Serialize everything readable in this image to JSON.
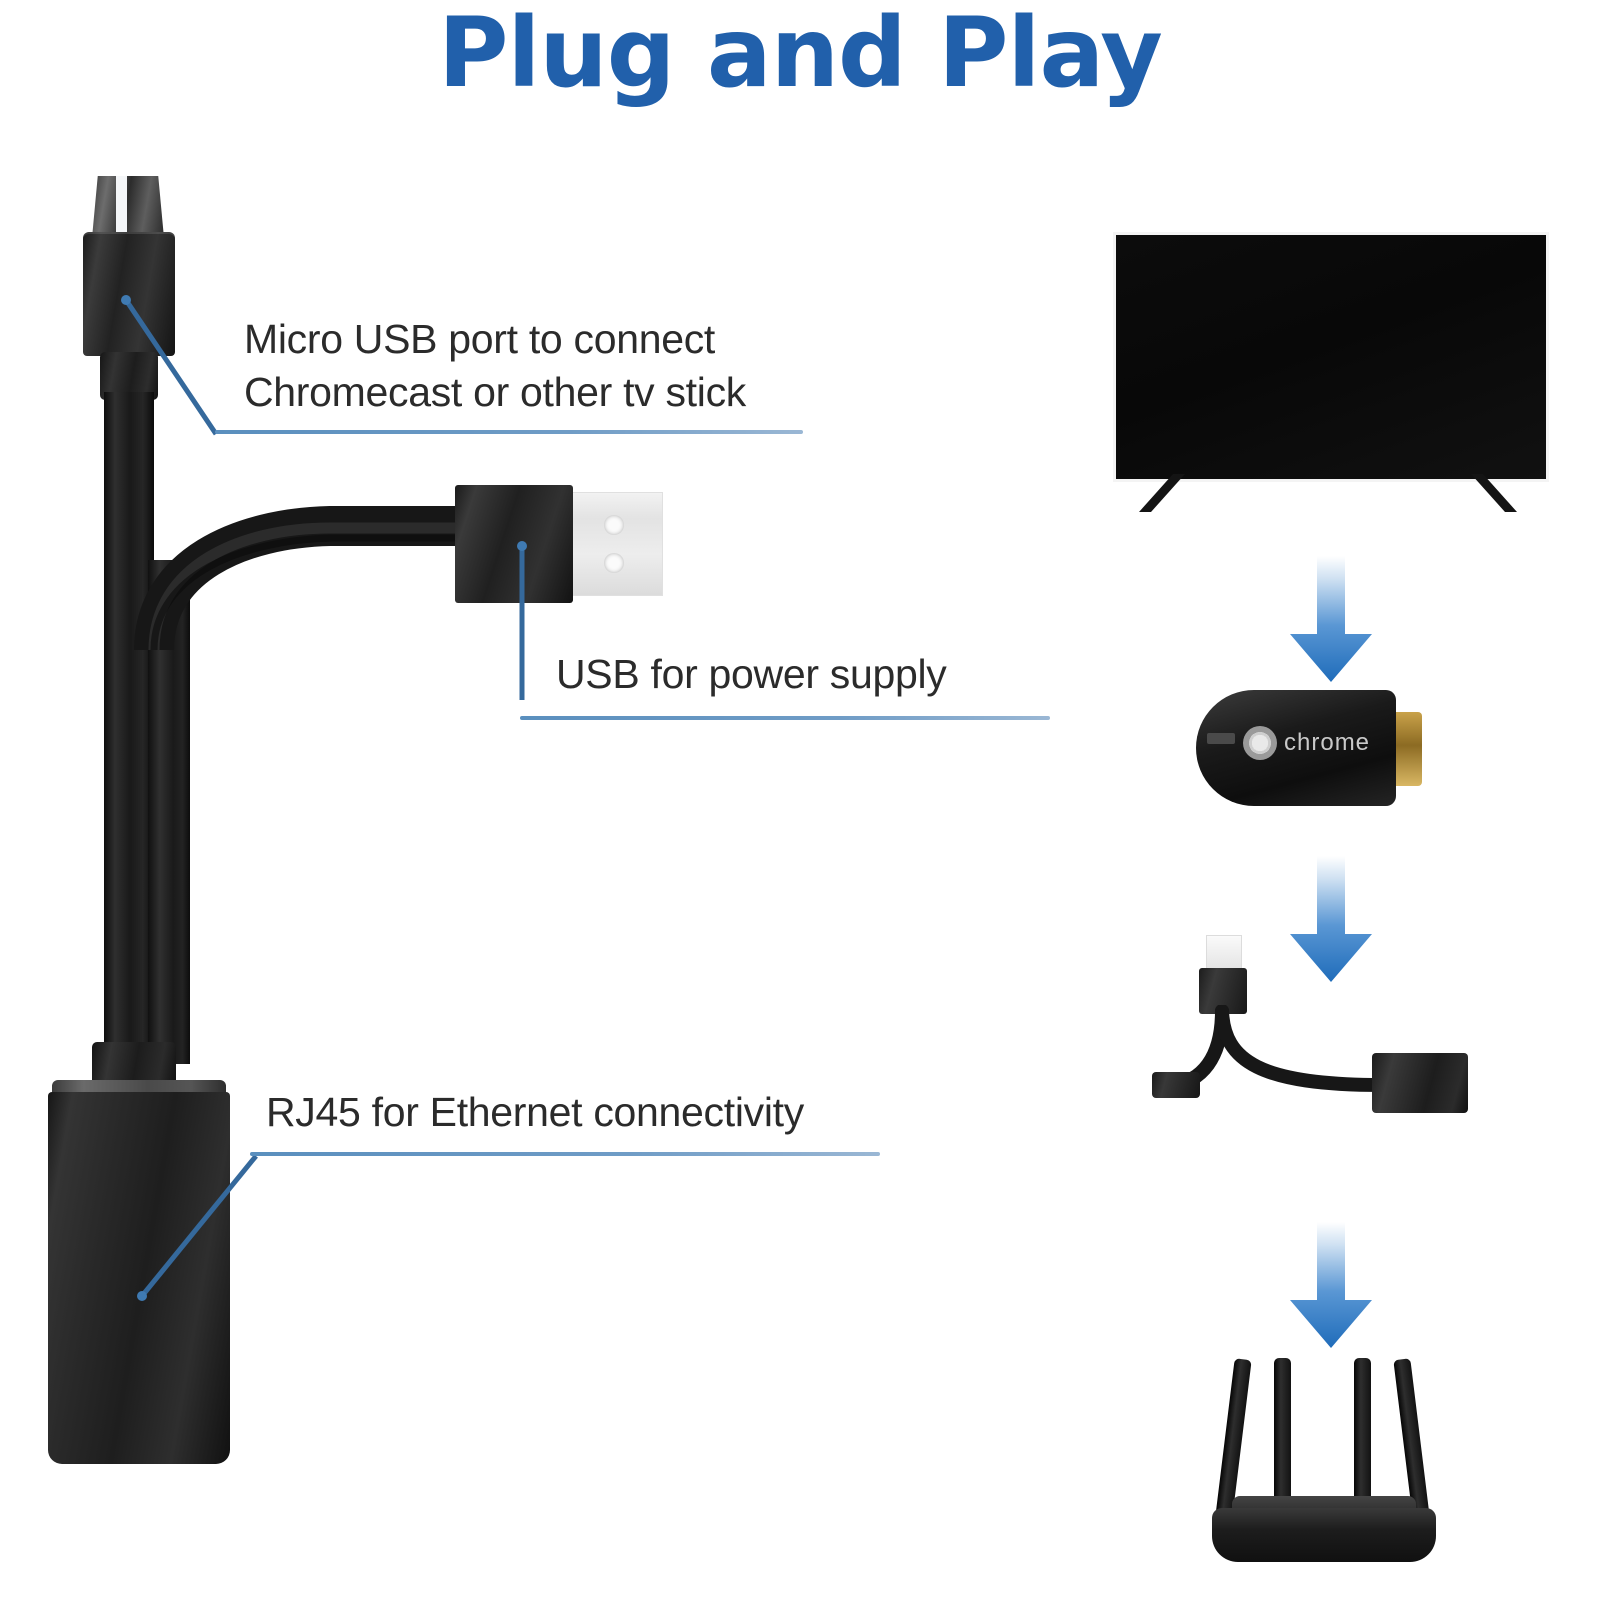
{
  "title": "Plug and Play",
  "accent_color": "#2160ab",
  "arrow_color": "#2878c8",
  "text_color": "#2b2b2b",
  "annotations": [
    {
      "id": "micro-usb",
      "line1": "Micro USB port to connect",
      "line2": "Chromecast or other tv stick",
      "text": "Micro USB port to connect\nChromecast or other tv stick"
    },
    {
      "id": "usb-power",
      "line1": "USB for power supply",
      "line2": "",
      "text": "USB for power supply"
    },
    {
      "id": "rj45",
      "line1": "RJ45 for Ethernet connectivity",
      "line2": "",
      "text": "RJ45 for Ethernet connectivity"
    }
  ],
  "product": {
    "name": "ethernet-adapter",
    "parts": [
      "micro-usb-plug",
      "usb-a-power-plug",
      "rj45-ethernet-port"
    ]
  },
  "flow": {
    "steps": [
      {
        "name": "tv",
        "label": "television"
      },
      {
        "name": "chromecast",
        "label": "chromecast-dongle"
      },
      {
        "name": "adapter",
        "label": "ethernet-adapter"
      },
      {
        "name": "router",
        "label": "wifi-router"
      }
    ],
    "arrow_count": 3
  },
  "chromecast": {
    "brand_text": "chrome"
  }
}
